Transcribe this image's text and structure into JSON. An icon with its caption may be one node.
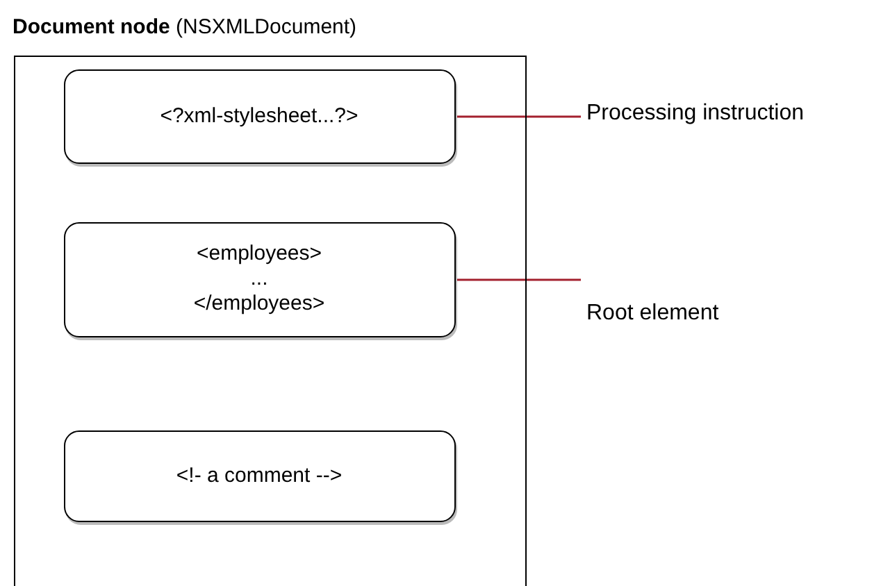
{
  "diagram": {
    "nodes": [
      {
        "text": [
          "**Document node** (NSXMLDocument)"
        ]
      },
      {
        "text": [
          "<?xml-stylesheet...?>"
        ],
        "in": 0
      },
      {
        "text": [
          "<employees>",
          "...",
          "</employees>"
        ],
        "in": 0
      },
      {
        "text": [
          "<!- a comment -->"
        ],
        "in": 0
      },
      {
        "text": [
          "Processing instruction"
        ]
      },
      {
        "text": [
          "Root element"
        ]
      }
    ],
    "edges": [
      {
        "from": 4,
        "to": 1,
        "arrow": "none"
      },
      {
        "from": 5,
        "to": 2,
        "arrow": "none"
      }
    ]
  }
}
